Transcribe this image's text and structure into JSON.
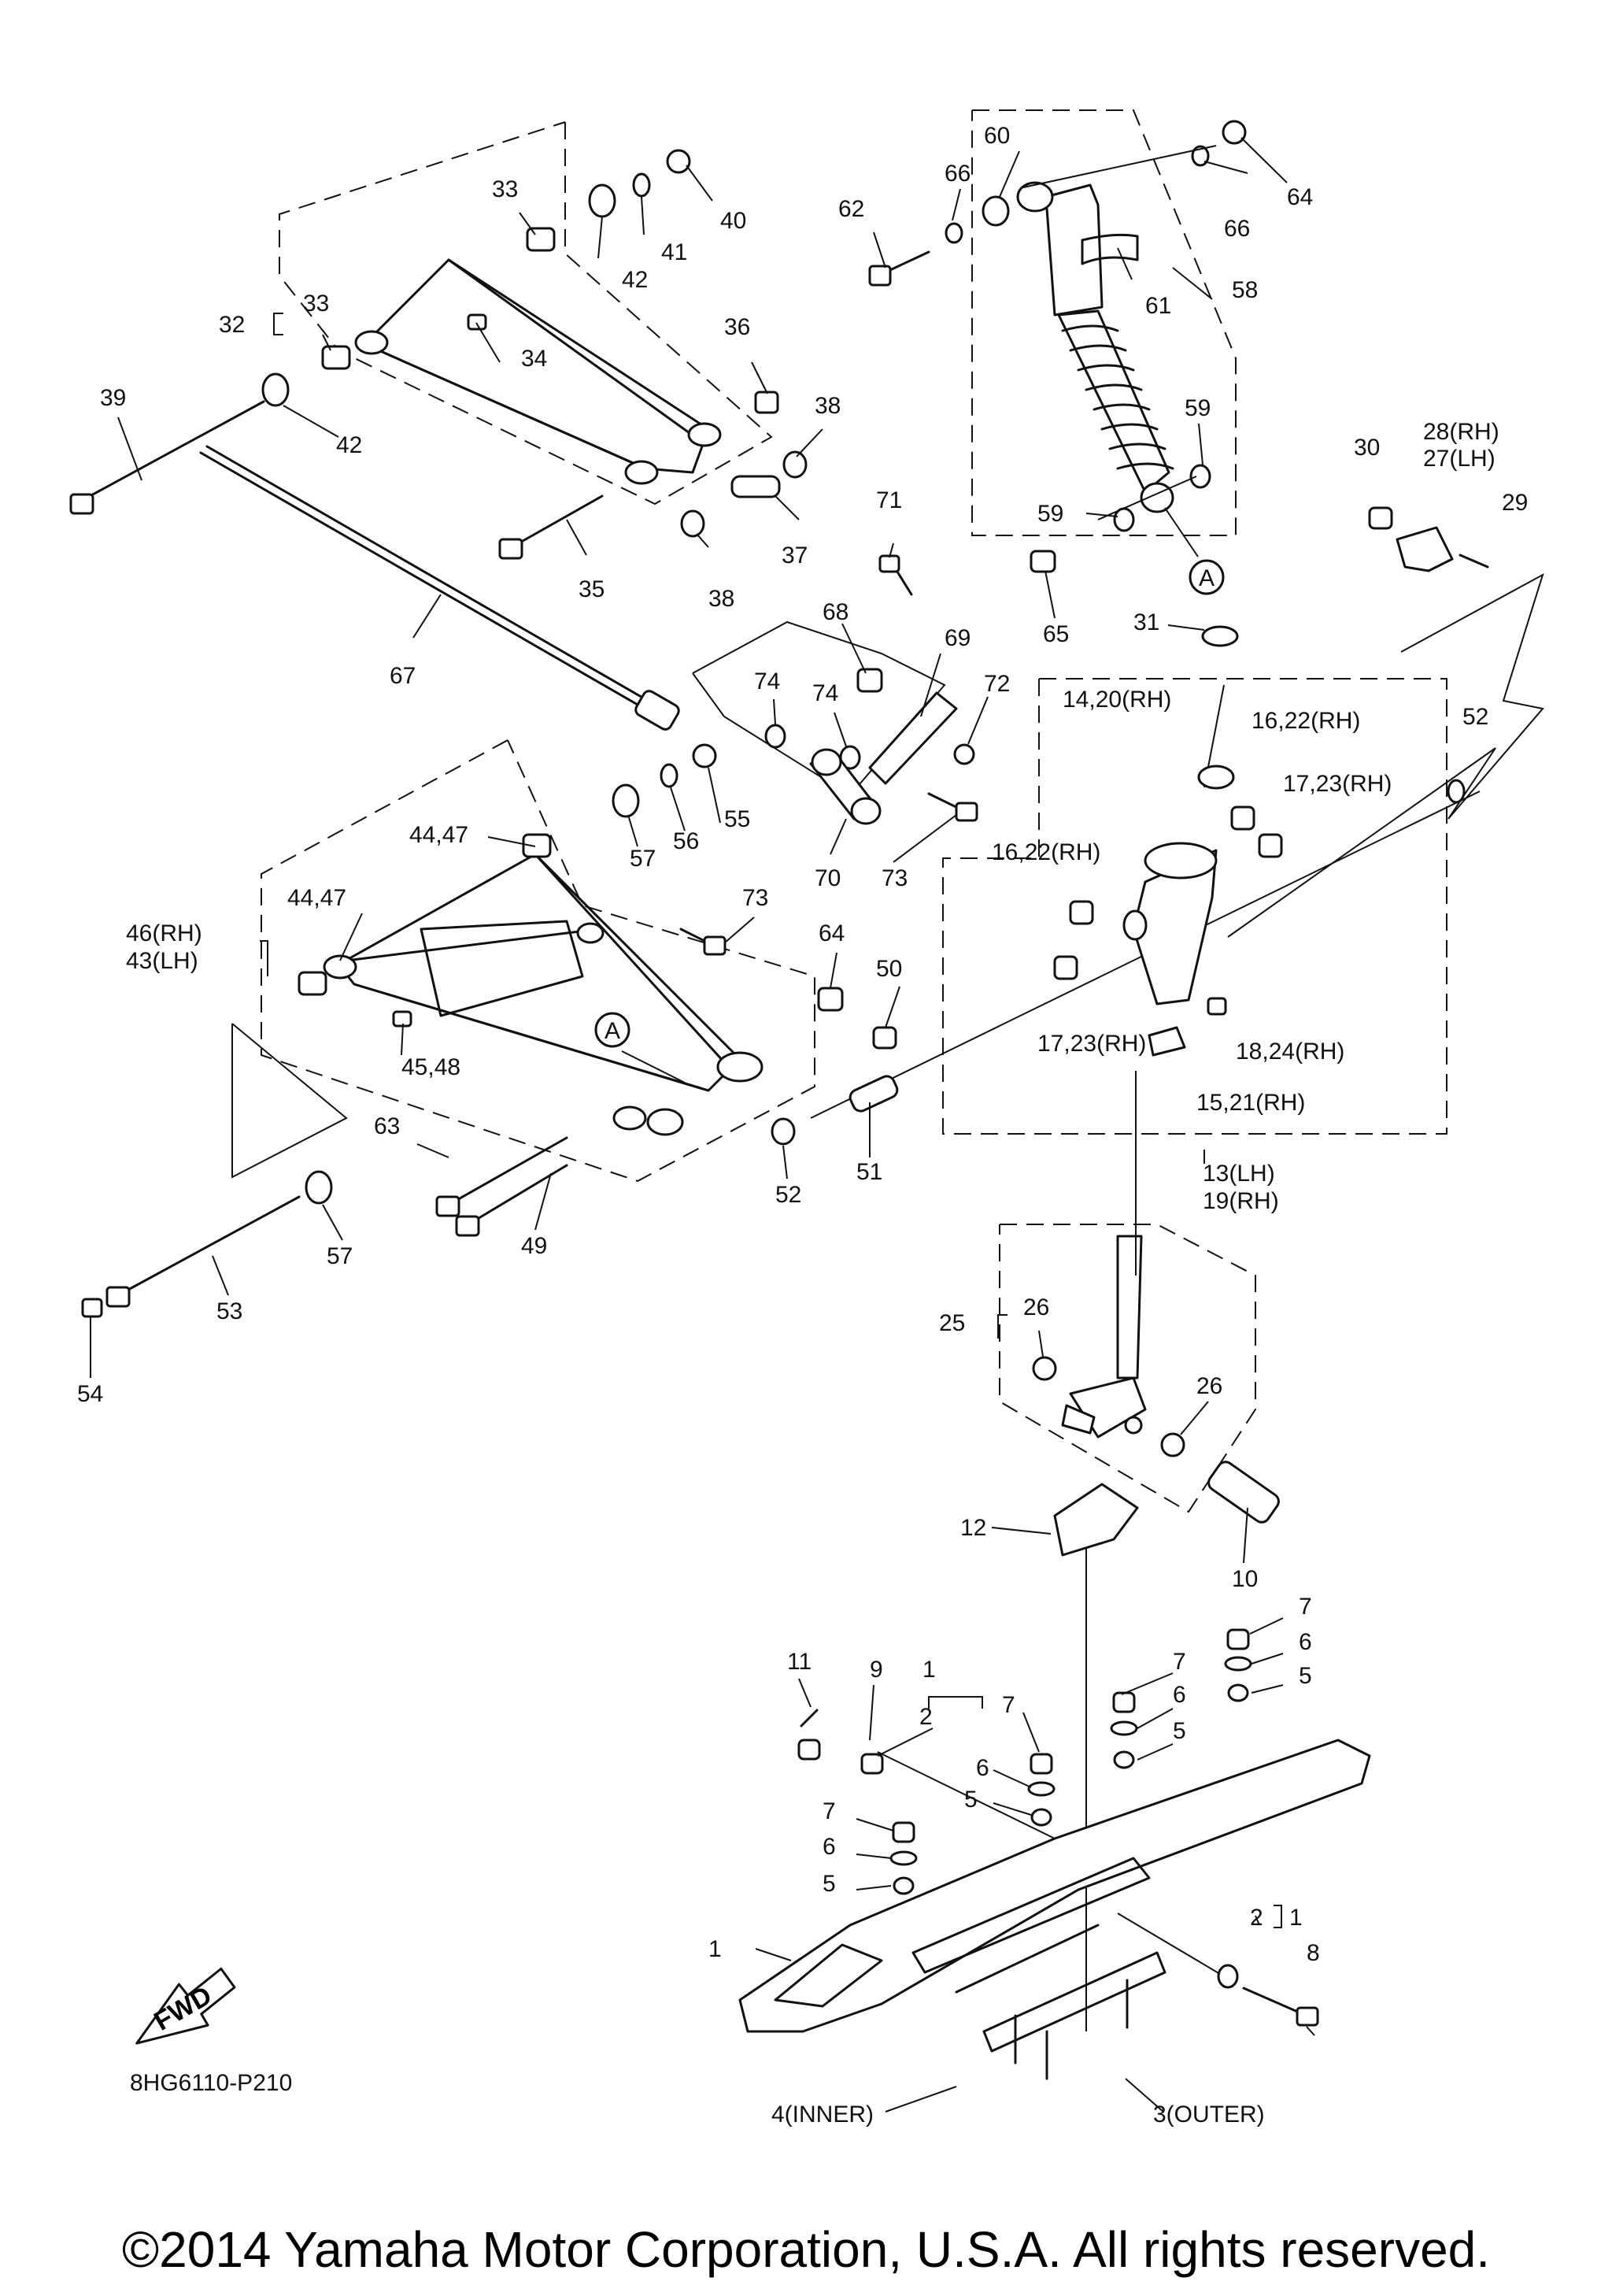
{
  "drawing_code": "8HG6110-P210",
  "fwd_label": "FWD",
  "copyright": "©2014 Yamaha Motor Corporation, U.S.A. All rights reserved.",
  "callouts": [
    "A",
    "A"
  ],
  "part_labels": {
    "p1a": "1",
    "p1b": "1",
    "p1c": "1",
    "p2a": "2",
    "p2b": "2",
    "p3": "3(OUTER)",
    "p4": "4(INNER)",
    "p5a": "5",
    "p5b": "5",
    "p5c": "5",
    "p5d": "5",
    "p6a": "6",
    "p6b": "6",
    "p6c": "6",
    "p6d": "6",
    "p7a": "7",
    "p7b": "7",
    "p7c": "7",
    "p7d": "7",
    "p8": "8",
    "p9": "9",
    "p10": "10",
    "p11": "11",
    "p12": "12",
    "p13": "13(LH)",
    "p19": "19(RH)",
    "p14": "14,20(RH)",
    "p15": "15,21(RH)",
    "p16a": "16,22(RH)",
    "p16b": "16,22(RH)",
    "p17a": "17,23(RH)",
    "p17b": "17,23(RH)",
    "p18": "18,24(RH)",
    "p25": "25",
    "p26a": "26",
    "p26b": "26",
    "p27": "27(LH)",
    "p28": "28(RH)",
    "p29": "29",
    "p30": "30",
    "p31": "31",
    "p32": "32",
    "p33a": "33",
    "p33b": "33",
    "p34": "34",
    "p35": "35",
    "p36": "36",
    "p37": "37",
    "p38a": "38",
    "p38b": "38",
    "p39": "39",
    "p40": "40",
    "p41": "41",
    "p42a": "42",
    "p42b": "42",
    "p43": "43(LH)",
    "p46": "46(RH)",
    "p44a": "44,47",
    "p44b": "44,47",
    "p45": "45,48",
    "p49": "49",
    "p50": "50",
    "p51": "51",
    "p52a": "52",
    "p52b": "52",
    "p53": "53",
    "p54": "54",
    "p55": "55",
    "p56": "56",
    "p57a": "57",
    "p57b": "57",
    "p58": "58",
    "p59a": "59",
    "p59b": "59",
    "p60": "60",
    "p61": "61",
    "p62": "62",
    "p63": "63",
    "p64a": "64",
    "p64b": "64",
    "p65": "65",
    "p66a": "66",
    "p66b": "66",
    "p67": "67",
    "p68": "68",
    "p69": "69",
    "p70": "70",
    "p71": "71",
    "p72": "72",
    "p73a": "73",
    "p73b": "73",
    "p74a": "74",
    "p74b": "74"
  }
}
